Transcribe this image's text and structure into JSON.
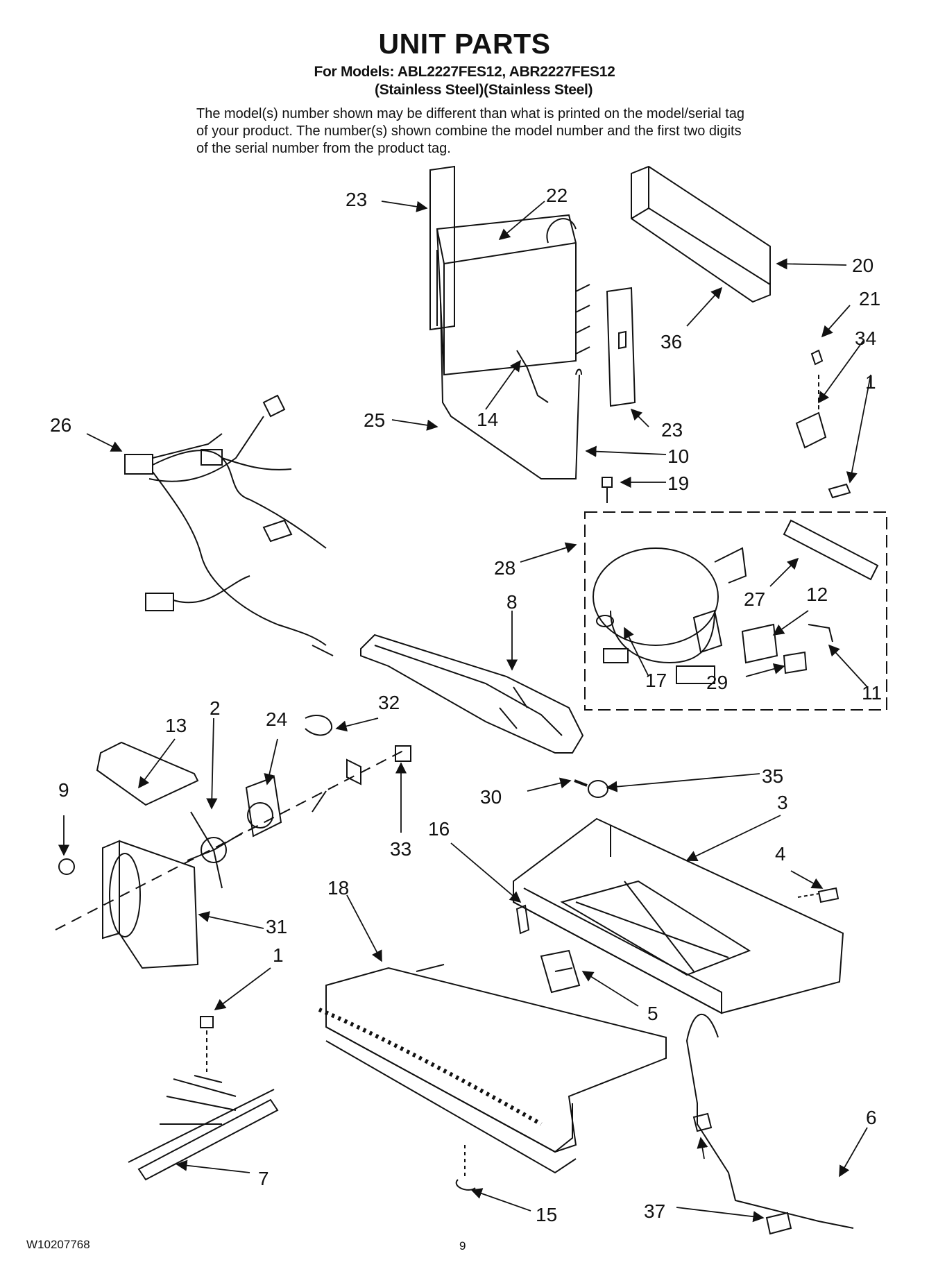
{
  "header": {
    "title": "UNIT PARTS",
    "models_line": "For Models: ABL2227FES12, ABR2227FES12",
    "finish_line": "(Stainless Steel)(Stainless Steel)",
    "intro": "The model(s) number shown may be different than what is printed on the model/serial tag of your product. The number(s) shown combine the model number and the first two digits of the serial number from the product tag."
  },
  "footer": {
    "doc_number": "W10207768",
    "page": "9"
  },
  "callouts": [
    {
      "id": "c23a",
      "label": "23"
    },
    {
      "id": "c22",
      "label": "22"
    },
    {
      "id": "c20",
      "label": "20"
    },
    {
      "id": "c21",
      "label": "21"
    },
    {
      "id": "c36",
      "label": "36"
    },
    {
      "id": "c34",
      "label": "34"
    },
    {
      "id": "c1a",
      "label": "1"
    },
    {
      "id": "c26",
      "label": "26"
    },
    {
      "id": "c25",
      "label": "25"
    },
    {
      "id": "c14",
      "label": "14"
    },
    {
      "id": "c23b",
      "label": "23"
    },
    {
      "id": "c10",
      "label": "10"
    },
    {
      "id": "c19",
      "label": "19"
    },
    {
      "id": "c28",
      "label": "28"
    },
    {
      "id": "c27",
      "label": "27"
    },
    {
      "id": "c12",
      "label": "12"
    },
    {
      "id": "c8",
      "label": "8"
    },
    {
      "id": "c17",
      "label": "17"
    },
    {
      "id": "c29",
      "label": "29"
    },
    {
      "id": "c11",
      "label": "11"
    },
    {
      "id": "c2",
      "label": "2"
    },
    {
      "id": "c13",
      "label": "13"
    },
    {
      "id": "c24",
      "label": "24"
    },
    {
      "id": "c32",
      "label": "32"
    },
    {
      "id": "c9",
      "label": "9"
    },
    {
      "id": "c33",
      "label": "33"
    },
    {
      "id": "c35",
      "label": "35"
    },
    {
      "id": "c30",
      "label": "30"
    },
    {
      "id": "c3",
      "label": "3"
    },
    {
      "id": "c16",
      "label": "16"
    },
    {
      "id": "c4",
      "label": "4"
    },
    {
      "id": "c18",
      "label": "18"
    },
    {
      "id": "c31",
      "label": "31"
    },
    {
      "id": "c1b",
      "label": "1"
    },
    {
      "id": "c5",
      "label": "5"
    },
    {
      "id": "c6",
      "label": "6"
    },
    {
      "id": "c7",
      "label": "7"
    },
    {
      "id": "c15",
      "label": "15"
    },
    {
      "id": "c37",
      "label": "37"
    }
  ]
}
